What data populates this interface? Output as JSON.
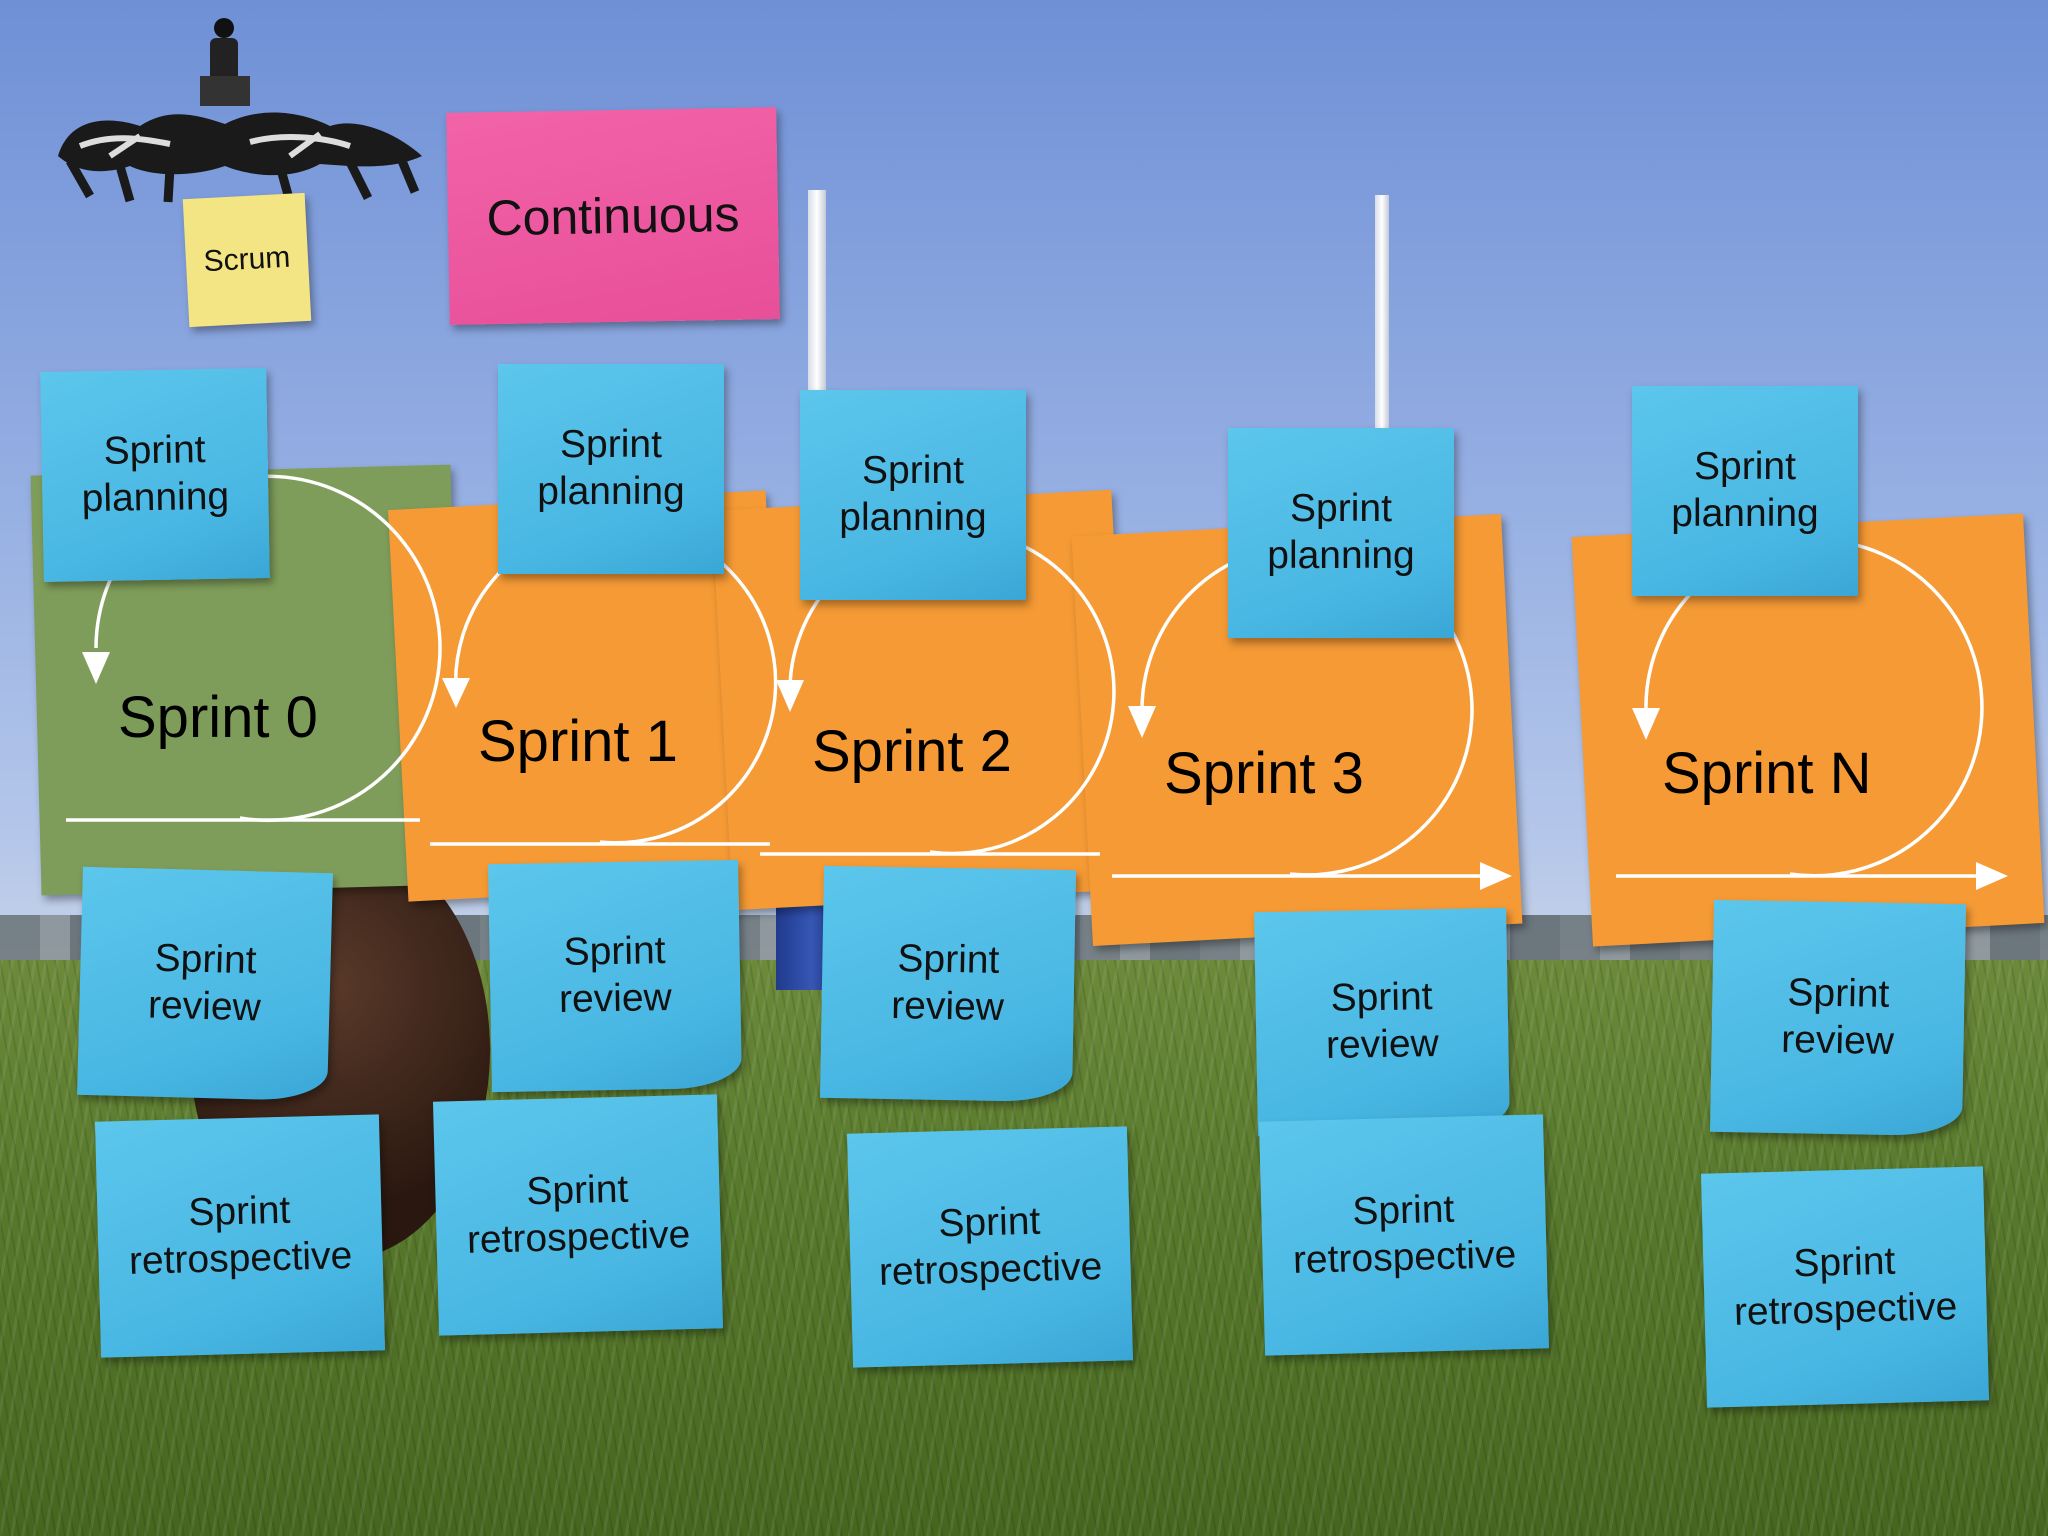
{
  "badge": {
    "text": "Scrum"
  },
  "banner": {
    "text": "Continuous"
  },
  "sprints": [
    {
      "name": "Sprint 0",
      "planning": "Sprint\nplanning",
      "review": "Sprint\nreview",
      "retrospective": "Sprint\nretrospective"
    },
    {
      "name": "Sprint 1",
      "planning": "Sprint\nplanning",
      "review": "Sprint\nreview",
      "retrospective": "Sprint\nretrospective"
    },
    {
      "name": "Sprint 2",
      "planning": "Sprint\nplanning",
      "review": "Sprint\nreview",
      "retrospective": "Sprint\nretrospective"
    },
    {
      "name": "Sprint 3",
      "planning": "Sprint\nplanning",
      "review": "Sprint\nreview",
      "retrospective": "Sprint\nretrospective"
    },
    {
      "name": "Sprint N",
      "planning": "Sprint\nplanning",
      "review": "Sprint\nreview",
      "retrospective": "Sprint\nretrospective"
    }
  ],
  "colors": {
    "sticky_blue": "#4fbde8",
    "sticky_orange": "#f59a35",
    "sticky_green": "#7f9d5a",
    "sticky_pink": "#ec559e",
    "sticky_yellow": "#f3e583"
  }
}
